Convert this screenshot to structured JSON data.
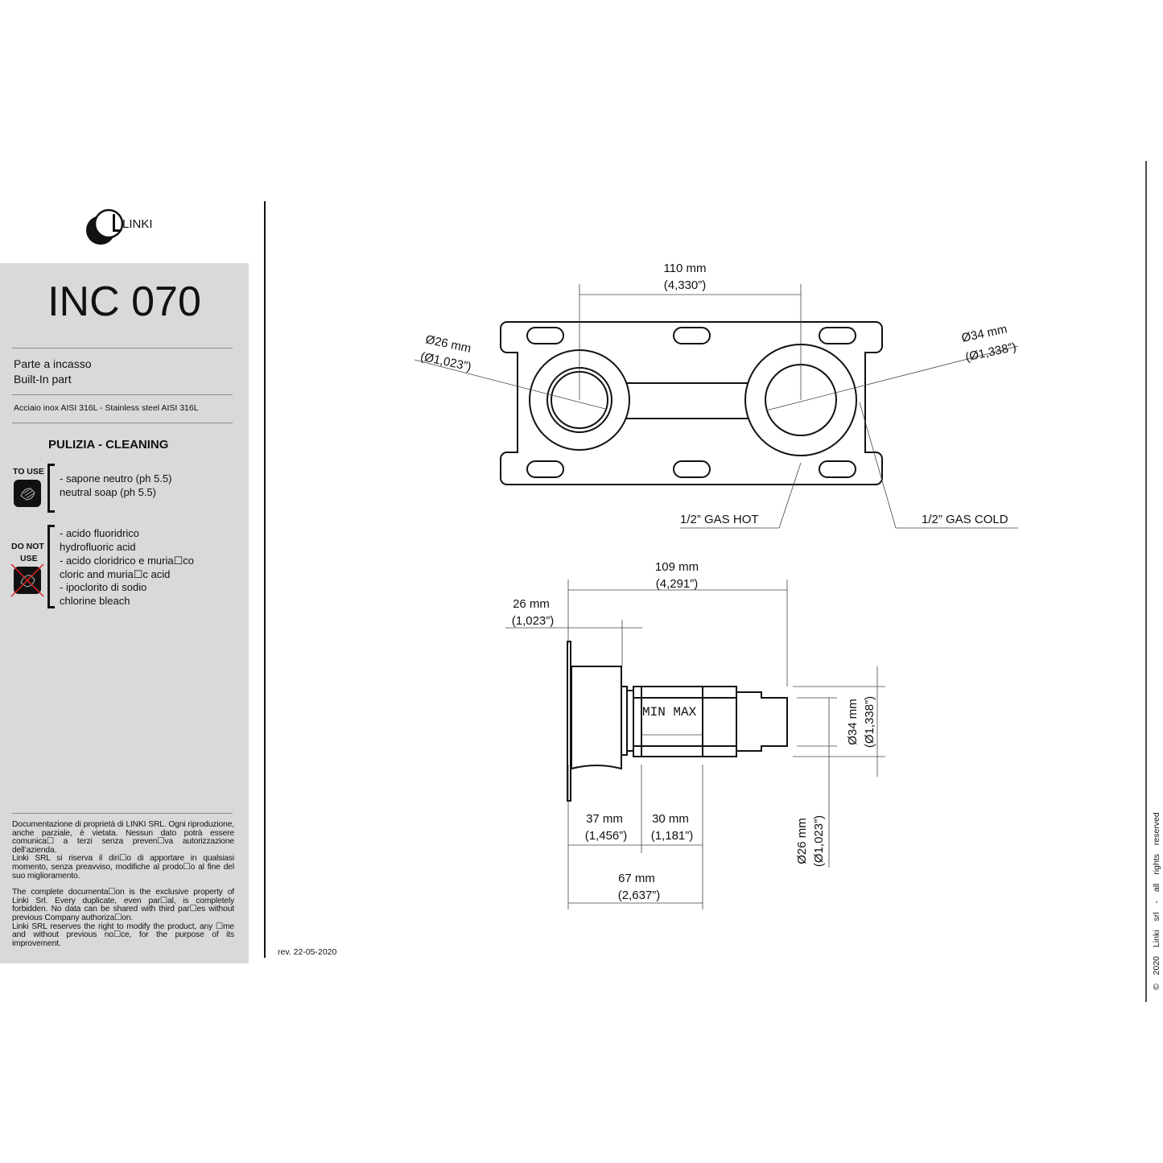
{
  "logo": {
    "text": "LINKI"
  },
  "product": {
    "code": "INC 070",
    "name_it": "Parte a incasso",
    "name_en": "Built-In part",
    "material": "Acciaio inox AISI 316L - Stainless steel AISI 316L"
  },
  "cleaning": {
    "title": "PULIZIA - CLEANING",
    "to_use_label": "TO USE",
    "to_use_items": [
      "- sapone neutro (ph 5.5)",
      "neutral soap (ph 5.5)"
    ],
    "do_not_use_label_1": "DO NOT",
    "do_not_use_label_2": "USE",
    "do_not_use_items": [
      "- acido fluoridrico",
      "hydrofluoric acid",
      "- acido cloridrico e muria☐co",
      "cloric and muria☐c acid",
      "- ipoclorito di sodio",
      "chlorine bleach"
    ]
  },
  "legal": {
    "it": "Documentazione di proprietà di LINKI SRL. Ogni riproduzione, anche parziale, è vietata. Nessun dato potrà essere comunica☐ a terzi senza preven☐va autorizzazione dell’azienda.",
    "it2": "Linki SRL si riserva il diri☐o di apportare in qualsiasi momento, senza preavviso, modifiche al prodo☐o al fine del suo miglioramento.",
    "en": "The complete documenta☐on is the exclusive property of Linki Srl. Every duplicate, even par☐al, is completely forbidden. No data can be shared with third par☐es without previous Company authoriza☐on.",
    "en2": "Linki SRL  reserves the right to modify the product, any ☐me and without previous no☐ce, for the purpose of its improvement."
  },
  "revision": "rev. 22-05-2020",
  "copyright": "© 2020 Linki srl - all rights reserved",
  "top_view": {
    "width_mm": "110 mm",
    "width_in": "(4,330”)",
    "left_dia_mm": "Ø26 mm",
    "left_dia_in": "(Ø1,023”)",
    "right_dia_mm": "Ø34 mm",
    "right_dia_in": "(Ø1,338”)",
    "hot_label": "1/2” GAS HOT",
    "cold_label": "1/2” GAS COLD"
  },
  "side_view": {
    "total_mm": "109 mm",
    "total_in": "(4,291”)",
    "flange_mm": "26 mm",
    "flange_in": "(1,023”)",
    "minmax": "MIN MAX",
    "a_mm": "37 mm",
    "a_in": "(1,456”)",
    "b_mm": "30 mm",
    "b_in": "(1,181”)",
    "c_mm": "67 mm",
    "c_in": "(2,637”)",
    "outer_dia_mm": "Ø34 mm",
    "outer_dia_in": "(Ø1,338”)",
    "inner_dia_mm": "Ø26 mm",
    "inner_dia_in": "(Ø1,023”)"
  }
}
